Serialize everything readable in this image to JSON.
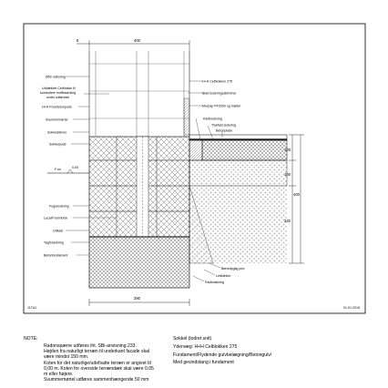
{
  "drawing": {
    "code": "J1TA1",
    "date": "01.01.2015",
    "dimensions": {
      "top_width": "400",
      "bottom_width": "390",
      "left_mark": "8",
      "right_100a": "100",
      "right_100b": "100",
      "right_240": "240",
      "right_total": "400"
    },
    "level": {
      "label": "F.nu",
      "value": "0,00"
    },
    "labels_left": [
      "Ø50 udboring",
      "Uddækket Celblokke til",
      "kontrollere muffesamling",
      "under udførelse",
      "H+H Porebetonpuds",
      "Svummemørtel",
      "Sokkelskinne",
      "Sokkelpuds",
      "Fugeisolering",
      "Lecal® termblok",
      "Udkast",
      "Tagforankring",
      "Betonfundament"
    ],
    "labels_right": [
      "H+H Celblokken 275",
      "Blød isoleringsstrimmel",
      "Murpap PF2000 og mørtel",
      "Kantisolering",
      "Trykfast isolering",
      "Betonplade",
      "Bæredygtig jord",
      "Lettklinker",
      "Radonsikring"
    ]
  },
  "notes": {
    "heading": "NOTE:",
    "items": [
      "Radonspærre udføres iht. SBi-anvisning 233.",
      "Højden fra naturligt terræn til underkant facade skal",
      "være mindst 150 mm.",
      "Koten for det naturlige/udefsatte terræn er angivet til",
      "0,00 m. Koten for overside terrændæk skal være 0,05",
      "m eller højere.",
      "Svummemørtel udføres sammenhængende 50 mm"
    ],
    "right": [
      "Sokkel (lodret snit)",
      "Ydervæg:    H+H Celblokken 275",
      "Fundament/Flydende gulvbelægning/Betongulv/",
      "Med gevindstang i fundament"
    ]
  },
  "colors": {
    "line": "#000000",
    "hatch": "#555555",
    "paper": "#ffffff"
  }
}
